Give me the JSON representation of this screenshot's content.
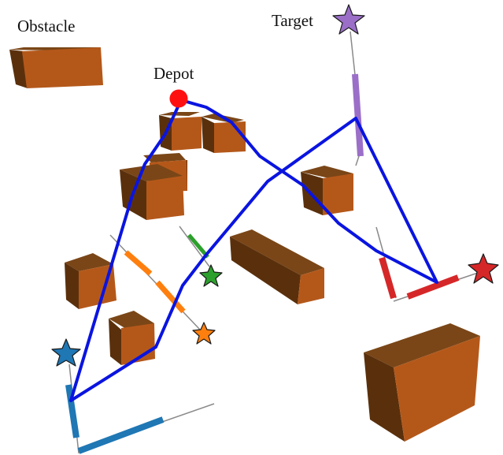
{
  "labels": {
    "obstacle": "Obstacle",
    "depot": "Depot",
    "target": "Target"
  },
  "colors": {
    "background": "#ffffff",
    "box_top": "#7a4617",
    "box_side": "#5a300c",
    "box_front": "#b4581a",
    "route": "#0a14e0",
    "depot": "#ff1010",
    "guide_line": "#8a8a8a",
    "purple": "#9b6fc8",
    "green": "#2ca02c",
    "orange": "#ff7f0e",
    "red": "#d62728",
    "blue": "#1f77b4"
  },
  "legend_items": [
    {
      "key": "obstacle",
      "icon": "obstacle-box"
    },
    {
      "key": "depot",
      "icon": "depot-dot"
    },
    {
      "key": "target",
      "icon": "target-star"
    }
  ]
}
